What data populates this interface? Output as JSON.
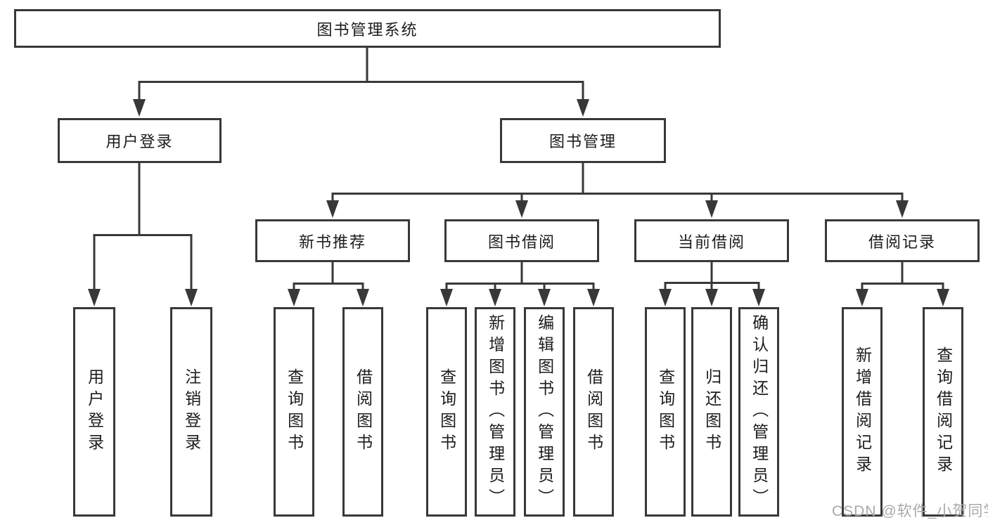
{
  "diagram": {
    "type": "hierarchy-tree",
    "root": {
      "label": "图书管理系统",
      "children": [
        {
          "label": "用户登录",
          "children": [
            {
              "label": "用户登录"
            },
            {
              "label": "注销登录"
            }
          ]
        },
        {
          "label": "图书管理",
          "children": [
            {
              "label": "新书推荐",
              "children": [
                {
                  "label": "查询图书"
                },
                {
                  "label": "借阅图书"
                }
              ]
            },
            {
              "label": "图书借阅",
              "children": [
                {
                  "label": "查询图书"
                },
                {
                  "label": "新增图书（管理员）"
                },
                {
                  "label": "编辑图书（管理员）"
                },
                {
                  "label": "借阅图书"
                }
              ]
            },
            {
              "label": "当前借阅",
              "children": [
                {
                  "label": "查询图书"
                },
                {
                  "label": "归还图书"
                },
                {
                  "label": "确认归还（管理员）"
                }
              ]
            },
            {
              "label": "借阅记录",
              "children": [
                {
                  "label": "新增借阅记录"
                },
                {
                  "label": "查询借阅记录"
                }
              ]
            }
          ]
        }
      ]
    }
  },
  "watermark": {
    "text": "CSDN @软件_小贺同学"
  },
  "colors": {
    "line": "#383838",
    "box_border": "#383838",
    "box_background": "#ffffff",
    "text": "#1c1c1c",
    "watermark": "#a9a9a9"
  }
}
